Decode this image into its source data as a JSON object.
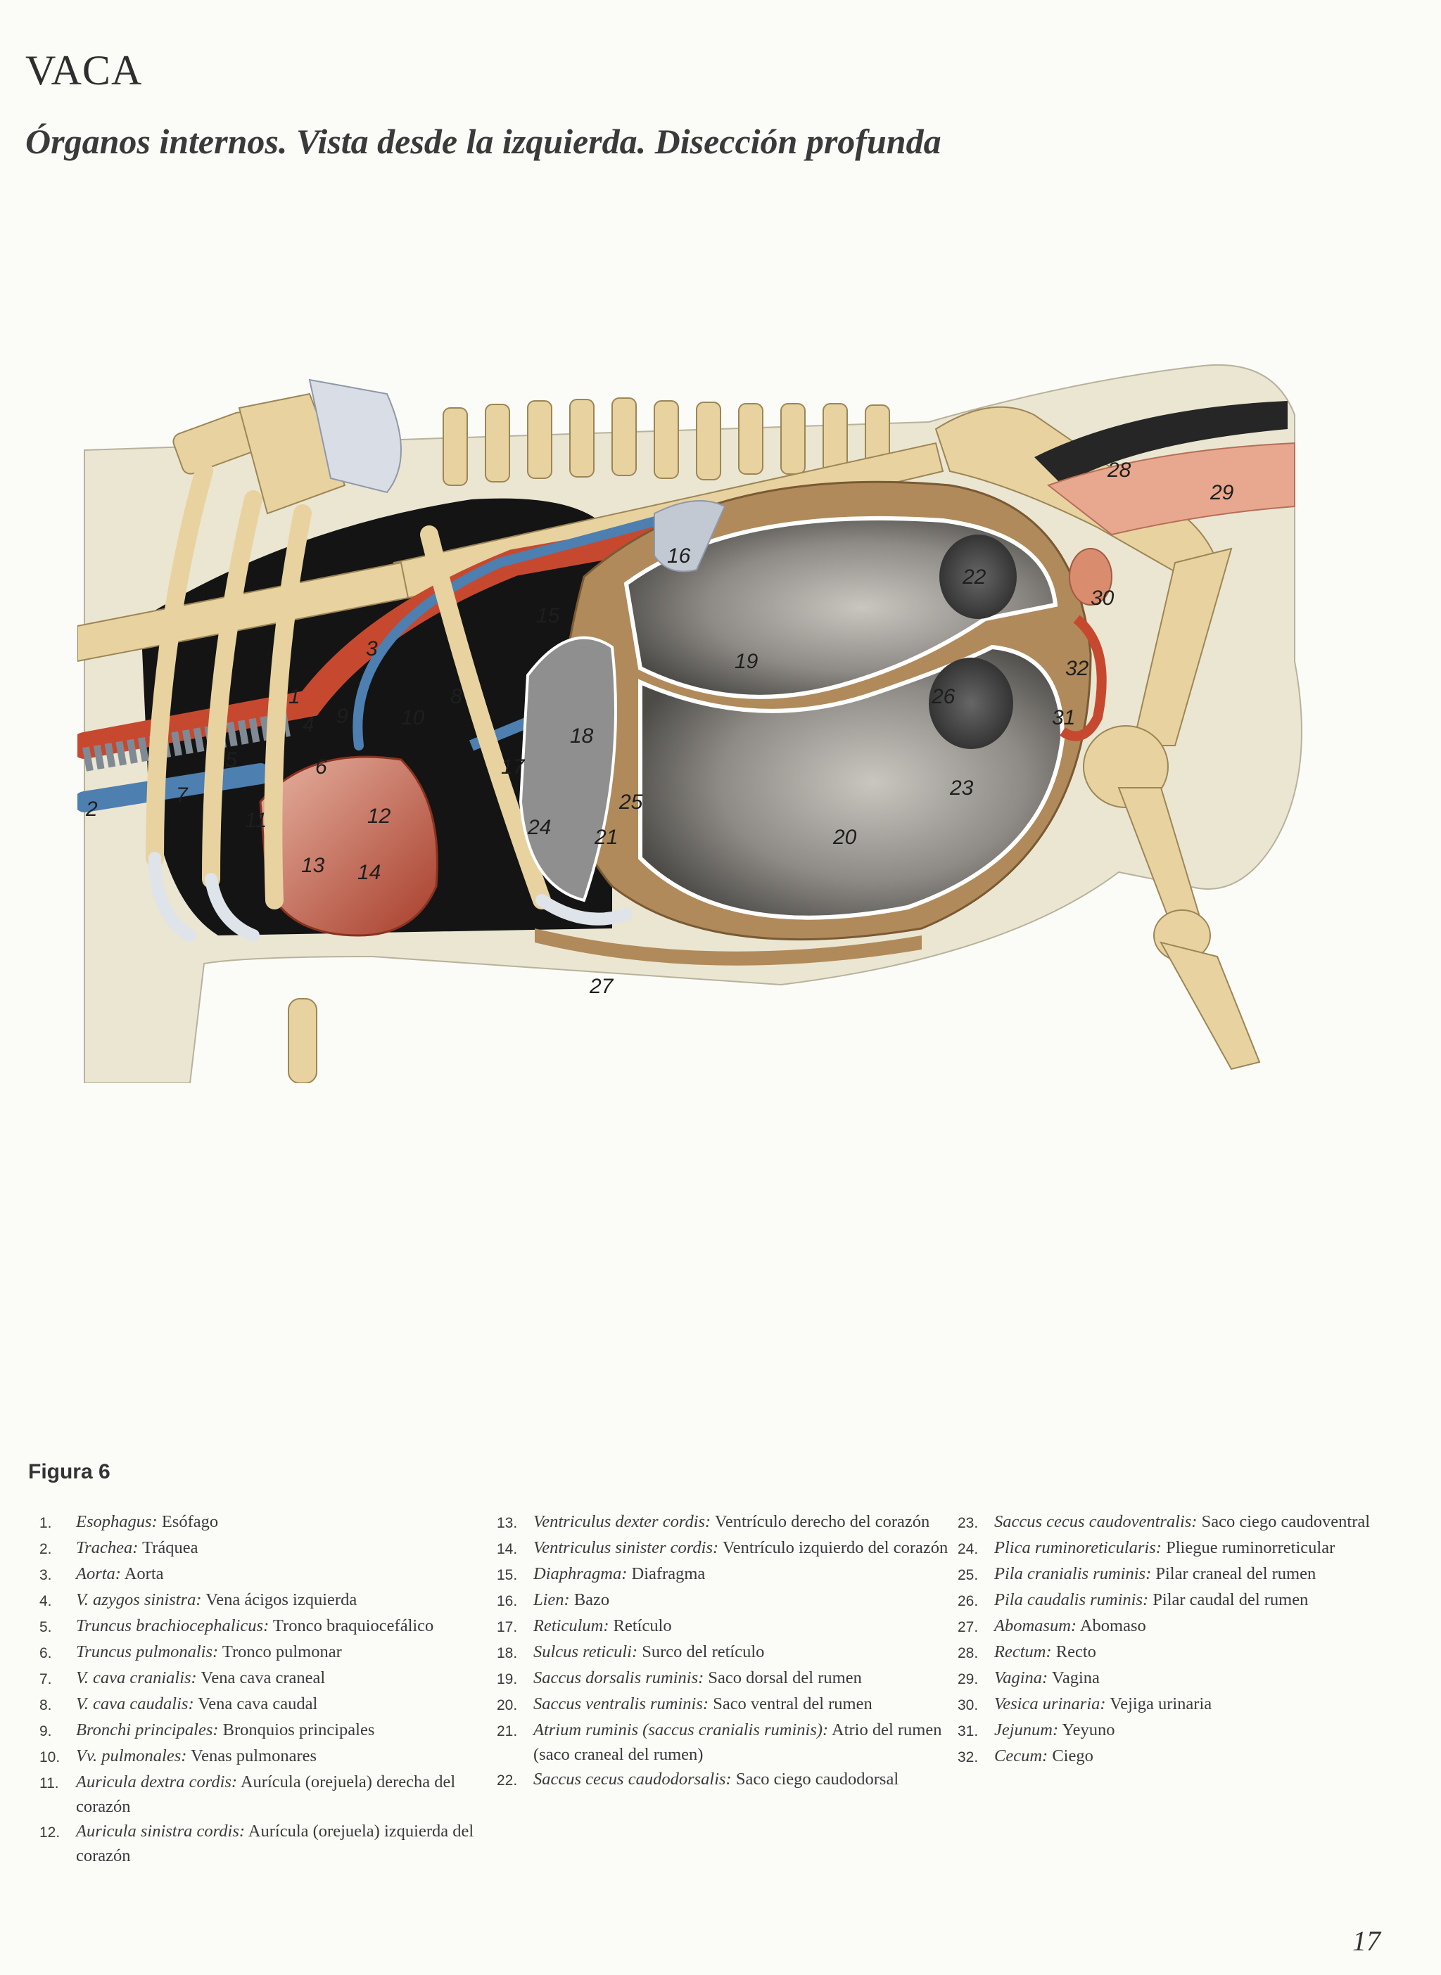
{
  "page": {
    "title": "VACA",
    "subtitle": "Órganos internos. Vista desde la izquierda. Disección profunda",
    "figure_caption": "Figura 6",
    "page_number": "17"
  },
  "figure": {
    "labels": [
      "1",
      "2",
      "3",
      "4",
      "5",
      "6",
      "7",
      "8",
      "9",
      "10",
      "11",
      "12",
      "13",
      "14",
      "15",
      "16",
      "17",
      "18",
      "19",
      "20",
      "21",
      "22",
      "23",
      "24",
      "25",
      "26",
      "27",
      "28",
      "29",
      "30",
      "31",
      "32"
    ]
  },
  "legend": {
    "column1": [
      {
        "num": "1.",
        "latin": "Esophagus:",
        "spanish": " Esófago"
      },
      {
        "num": "2.",
        "latin": "Trachea:",
        "spanish": " Tráquea"
      },
      {
        "num": "3.",
        "latin": "Aorta:",
        "spanish": " Aorta"
      },
      {
        "num": "4.",
        "latin": "V. azygos sinistra:",
        "spanish": " Vena ácigos izquierda"
      },
      {
        "num": "5.",
        "latin": "Truncus brachiocephalicus:",
        "spanish": " Tronco braquioce­fálico"
      },
      {
        "num": "6.",
        "latin": "Truncus pulmonalis:",
        "spanish": " Tronco pulmonar"
      },
      {
        "num": "7.",
        "latin": "V. cava cranialis:",
        "spanish": " Vena cava craneal"
      },
      {
        "num": "8.",
        "latin": "V. cava caudalis:",
        "spanish": " Vena cava caudal"
      },
      {
        "num": "9.",
        "latin": "Bronchi principales:",
        "spanish": " Bronquios principales"
      },
      {
        "num": "10.",
        "latin": "Vv. pulmonales:",
        "spanish": " Venas pulmonares"
      },
      {
        "num": "11.",
        "latin": "Auricula dextra cordis:",
        "spanish": " Aurícula (orejuela) de­recha del corazón"
      },
      {
        "num": "12.",
        "latin": "Auricula sinistra cordis:",
        "spanish": " Aurícula (orejuela) iz­quierda del corazón"
      }
    ],
    "column2": [
      {
        "num": "13.",
        "latin": "Ventriculus dexter cordis:",
        "spanish": " Ventrículo derecho del corazón"
      },
      {
        "num": "14.",
        "latin": "Ventriculus sinister cordis:",
        "spanish": " Ventrículo izquier­do del corazón"
      },
      {
        "num": "15.",
        "latin": "Diaphragma:",
        "spanish": " Diafragma"
      },
      {
        "num": "16.",
        "latin": "Lien:",
        "spanish": " Bazo"
      },
      {
        "num": "17.",
        "latin": "Reticulum:",
        "spanish": " Retículo"
      },
      {
        "num": "18.",
        "latin": "Sulcus reticuli:",
        "spanish": " Surco del retículo"
      },
      {
        "num": "19.",
        "latin": "Saccus dorsalis ruminis:",
        "spanish": " Saco dorsal del rumen"
      },
      {
        "num": "20.",
        "latin": "Saccus ventralis ruminis:",
        "spanish": " Saco ventral del ru­men"
      },
      {
        "num": "21.",
        "latin": "Atrium ruminis (saccus cranialis ruminis):",
        "spanish": " Atrio del rumen (saco craneal del rumen)"
      },
      {
        "num": "22.",
        "latin": "Saccus cecus caudodorsalis:",
        "spanish": " Saco ciego caudo­dorsal"
      }
    ],
    "column3": [
      {
        "num": "23.",
        "latin": "Saccus cecus caudoventralis:",
        "spanish": " Saco ciego cau­doventral"
      },
      {
        "num": "24.",
        "latin": "Plica ruminoreticularis:",
        "spanish": " Pliegue ruminorreticular"
      },
      {
        "num": "25.",
        "latin": "Pila cranialis ruminis:",
        "spanish": " Pilar craneal del rumen"
      },
      {
        "num": "26.",
        "latin": "Pila caudalis ruminis:",
        "spanish": " Pilar caudal del rumen"
      },
      {
        "num": "27.",
        "latin": "Abomasum:",
        "spanish": " Abomaso"
      },
      {
        "num": "28.",
        "latin": "Rectum:",
        "spanish": " Recto"
      },
      {
        "num": "29.",
        "latin": "Vagina:",
        "spanish": " Vagina"
      },
      {
        "num": "30.",
        "latin": "Vesica urinaria:",
        "spanish": " Vejiga urinaria"
      },
      {
        "num": "31.",
        "latin": "Jejunum:",
        "spanish": " Yeyuno"
      },
      {
        "num": "32.",
        "latin": "Cecum:",
        "spanish": " Ciego"
      }
    ]
  },
  "colors": {
    "bone": "#e8d3a0",
    "vessel_red": "#c6492f",
    "vessel_blue": "#4d7fb0",
    "rumen_wall": "#b08a5a",
    "rumen_interior": "#8d8a86",
    "body_outline": "#e9e4cf"
  }
}
